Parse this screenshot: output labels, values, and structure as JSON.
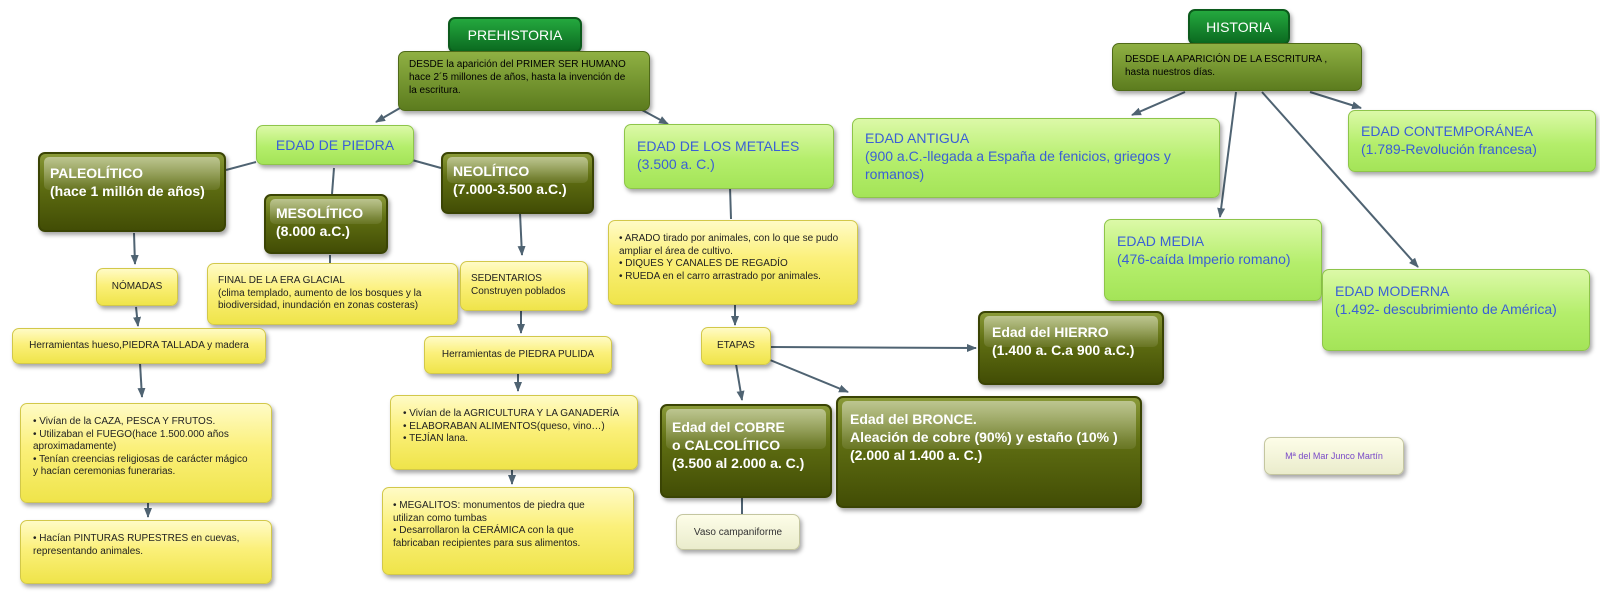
{
  "prehistoria": {
    "title": "PREHISTORIA",
    "description": "DESDE la aparición del PRIMER SER HUMANO\nhace 2´5 millones de años, hasta la invención de\nla escritura.",
    "edad_piedra": "EDAD DE PIEDRA",
    "paleolitico": "PALEOLÍTICO\n(hace 1 millón de años)",
    "mesolitico": "MESOLÍTICO\n(8.000 a.C.)",
    "neolitico": "NEOLÍTICO\n(7.000-3.500 a.C.)",
    "nomadas": "NÓMADAS",
    "final_era_glacial": "FINAL DE LA ERA GLACIAL\n(clima templado, aumento de los bosques y la\nbiodiversidad, inundación en  zonas costeras)",
    "sedentarios": "SEDENTARIOS\nConstruyen poblados",
    "herramientas_hueso": "Herramientas hueso,PIEDRA TALLADA y madera",
    "herramientas_pulida": "Herramientas de PIEDRA PULIDA",
    "caza_pesca": "• Vivían de la CAZA, PESCA Y FRUTOS.\n• Utilizaban el FUEGO(hace 1.500.000 años\naproximadamente)\n• Tenían creencias religiosas de carácter mágico\ny hacían ceremonias funerarias.",
    "agricultura": "• Vivían de la AGRICULTURA Y LA GANADERÍA\n• ELABORABAN ALIMENTOS(queso, vino…)\n• TEJÍAN lana.",
    "pinturas": "• Hacían PINTURAS RUPESTRES en cuevas,\nrepresentando animales.",
    "megalitos": "• MEGALITOS: monumentos de piedra que\nutilizan como tumbas\n• Desarrollaron la CERÁMICA con la que\nfabricaban recipientes para sus alimentos.",
    "edad_metales": "EDAD DE LOS METALES\n(3.500 a. C.)",
    "arado": "• ARADO tirado por animales, con lo que se pudo\nampliar el área de cultivo.\n• DIQUES Y CANALES DE REGADÍO\n• RUEDA en  el carro arrastrado por animales.",
    "etapas": "ETAPAS",
    "edad_cobre": "Edad del COBRE\no CALCOLÍTICO\n(3.500 al 2.000 a. C.)",
    "edad_bronce": "Edad del BRONCE.\nAleación de cobre (90%) y estaño (10% )\n(2.000 al 1.400 a. C.)",
    "edad_hierro": "Edad del HIERRO\n(1.400 a. C.a 900 a.C.)",
    "vaso": "Vaso campaniforme"
  },
  "historia": {
    "title": "HISTORIA",
    "description": "DESDE LA APARICIÓN DE LA ESCRITURA ,\nhasta nuestros días.",
    "antigua": "EDAD ANTIGUA\n(900 a.C.-llegada a España de fenicios, griegos y\nromanos)",
    "media": "EDAD MEDIA\n(476-caída Imperio romano)",
    "moderna": "EDAD MODERNA\n(1.492- descubrimiento de América)",
    "contemporanea": "EDAD CONTEMPORÁNEA\n(1.789-Revolución francesa)"
  },
  "author": "Mª del Mar Junco Martín",
  "colors": {
    "title_green": "#17903a",
    "olive": "#6f8f2a",
    "lime": "#b8ee70",
    "dark_olive": "#526008",
    "yellow": "#f6ec62",
    "link_blue": "#3a5fd6",
    "connector": "#4f6372"
  }
}
